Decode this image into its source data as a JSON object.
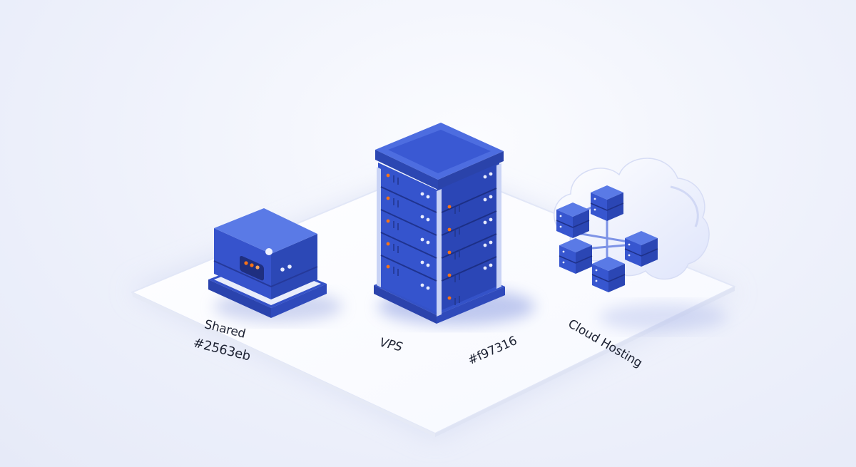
{
  "labels": {
    "shared": "Shared",
    "shared_color": "#2563eb",
    "vps": "VPS",
    "vps_color": "#f97316",
    "cloud": "Cloud Hosting"
  },
  "colors": {
    "primary": "#3a5bd0",
    "primary_dark": "#2b46b0",
    "primary_light": "#5476e3",
    "accent": "#f97316",
    "platform": "#ffffff"
  },
  "icons": [
    "shared-server-icon",
    "vps-rack-icon",
    "cloud-icon",
    "cloud-cluster-icon"
  ]
}
